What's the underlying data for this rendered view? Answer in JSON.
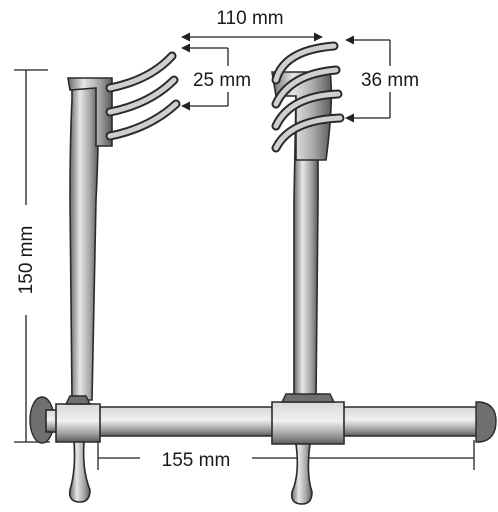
{
  "dimensions": {
    "jaw_spread": "110 mm",
    "left_blade_depth": "25 mm",
    "right_blade_depth": "36 mm",
    "height": "150 mm",
    "bar_length": "155 mm"
  },
  "colors": {
    "metal_light": "#e4e4e4",
    "metal_mid": "#a9a9a9",
    "metal_dark": "#5e5e5e",
    "outline": "#2a2a2a"
  }
}
